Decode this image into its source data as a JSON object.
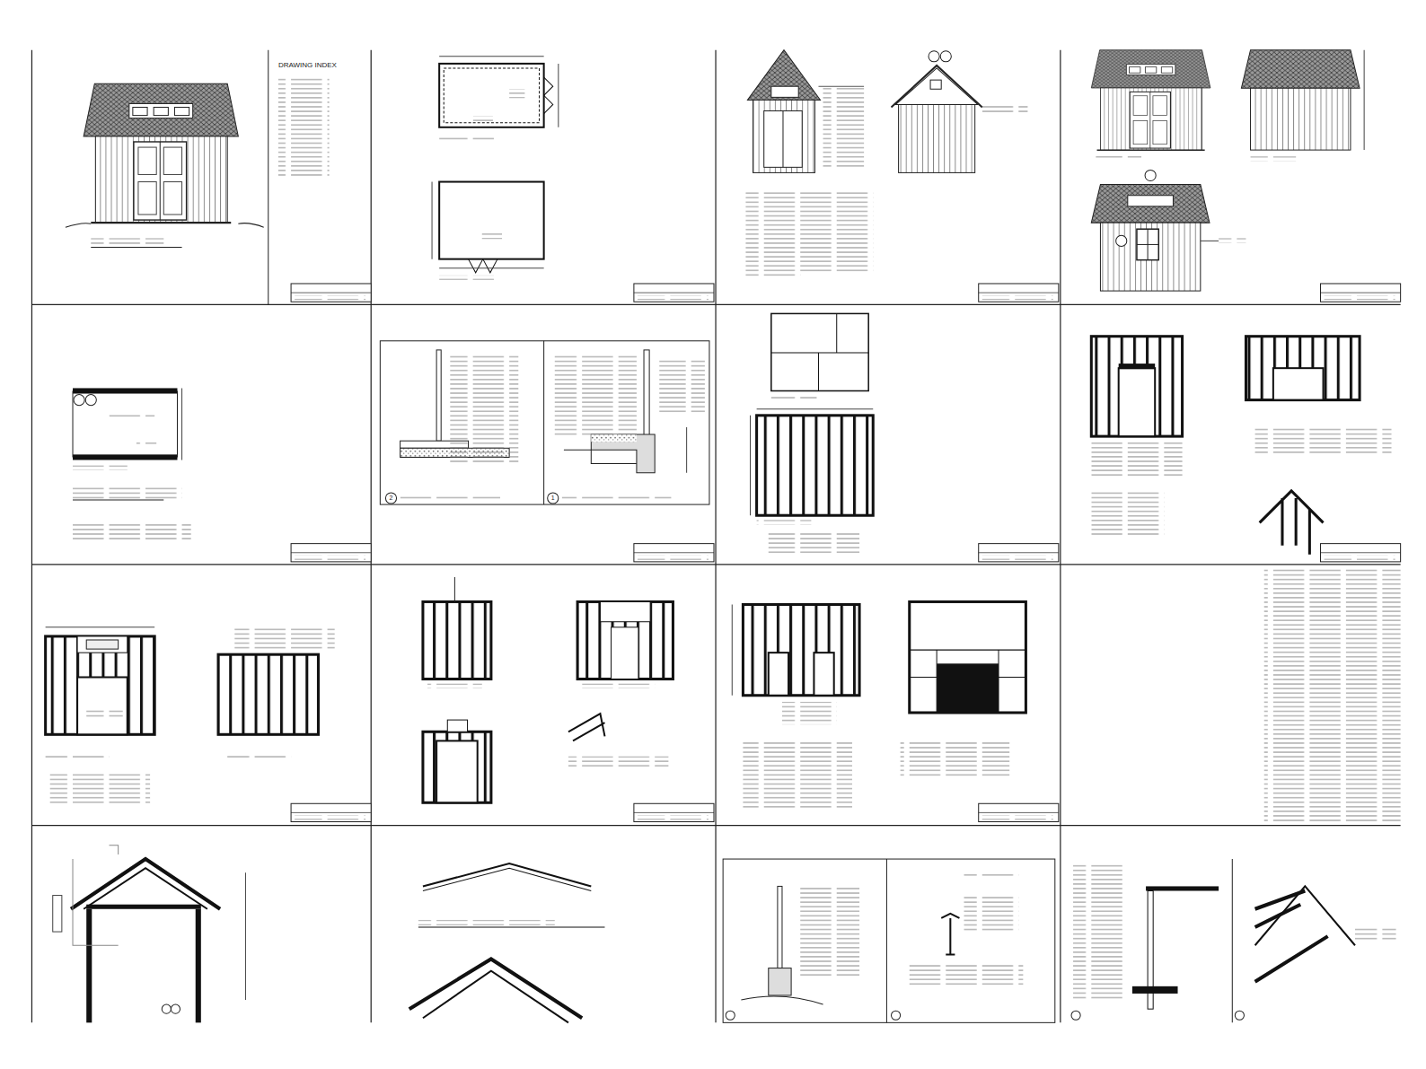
{
  "diagram": {
    "labels": [
      "DRAWING INDEX",
      "2",
      "1"
    ]
  }
}
